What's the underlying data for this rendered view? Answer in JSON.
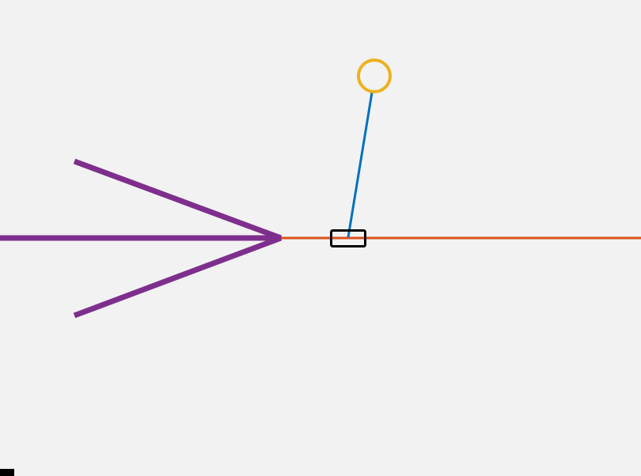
{
  "colors": {
    "background": "#f2f2f2",
    "main_line": "#d95319",
    "tether": "#0072bd",
    "node": "#edb120",
    "arrow": "#7e2f8e",
    "block": "#000000"
  },
  "icons": {
    "node": "circle-outline",
    "block": "rectangle-outline",
    "arrow": "chevron-left-arrowhead"
  }
}
